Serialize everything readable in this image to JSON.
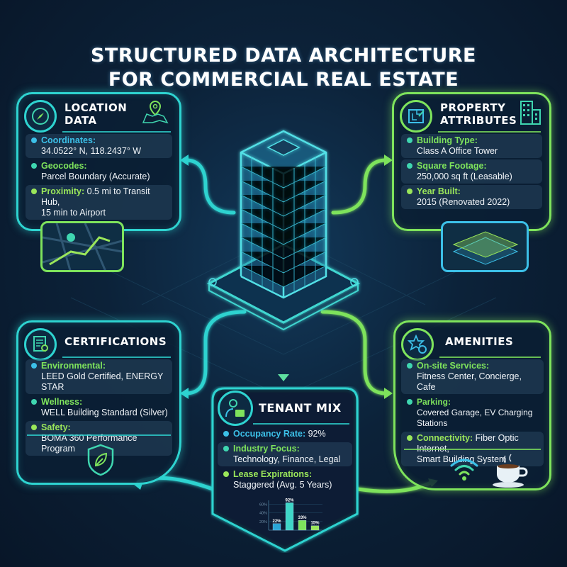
{
  "title": {
    "line1": "STRUCTURED DATA ARCHITECTURE",
    "line2": "FOR COMMERCIAL REAL ESTATE"
  },
  "colors": {
    "cyan": "#2ed3d0",
    "green": "#7ee35c",
    "blue": "#3cc0e8",
    "teal": "#3fd6b0",
    "lime": "#9ae65a",
    "background": "#0c2239"
  },
  "location": {
    "title1": "LOCATION",
    "title2": "DATA",
    "icon": "compass-icon",
    "side_icon": "map-pin-icon",
    "rows": [
      {
        "key": "Coordinates:",
        "value": "34.0522° N, 118.2437° W"
      },
      {
        "key": "Geocodes:",
        "value": "Parcel Boundary (Accurate)"
      },
      {
        "key": "Proximity:",
        "value_inline": "0.5 mi to Transit Hub,",
        "value": "15 min to Airport"
      }
    ]
  },
  "property": {
    "title1": "PROPERTY",
    "title2": "ATTRIBUTES",
    "icon": "blueprint-icon",
    "side_icon": "office-buildings-icon",
    "rows": [
      {
        "key": "Building Type:",
        "value": "Class A Office Tower"
      },
      {
        "key": "Square Footage:",
        "value": "250,000 sq ft (Leasable)"
      },
      {
        "key": "Year Built:",
        "value": "2015 (Renovated 2022)"
      }
    ]
  },
  "certifications": {
    "title": "CERTIFICATIONS",
    "icon": "certificate-icon",
    "bottom_icon": "leaf-shield-icon",
    "rows": [
      {
        "key": "Environmental:",
        "value": "LEED Gold Certified, ENERGY STAR"
      },
      {
        "key": "Wellness:",
        "value": "WELL Building Standard (Silver)"
      },
      {
        "key": "Safety:",
        "value": "BOMA 360 Performance Program"
      }
    ]
  },
  "amenities": {
    "title": "AMENITIES",
    "icon": "star-gear-icon",
    "bottom_icons": [
      "wifi-icon",
      "coffee-cup-icon"
    ],
    "rows": [
      {
        "key": "On-site Services:",
        "value": "Fitness Center, Concierge, Cafe"
      },
      {
        "key": "Parking:",
        "value": "Covered Garage, EV Charging Stations"
      },
      {
        "key": "Connectivity:",
        "value_inline": "Fiber Optic Internet,",
        "value": "Smart Building System"
      }
    ]
  },
  "tenant": {
    "title": "TENANT MIX",
    "icon": "person-briefcase-icon",
    "rows": [
      {
        "key": "Occupancy Rate:",
        "value_inline": "92%"
      },
      {
        "key": "Industry Focus:",
        "value": "Technology, Finance, Legal"
      },
      {
        "key": "Lease Expirations:",
        "value": "Staggered (Avg. 5 Years)"
      }
    ]
  },
  "chart_data": {
    "type": "bar",
    "title": "",
    "ylabel": "",
    "xlabel": "",
    "yticks": [
      "20%",
      "40%",
      "60%"
    ],
    "ylim": [
      0,
      100
    ],
    "values": [
      22,
      92,
      33,
      15
    ],
    "labels": [
      "22%",
      "92%",
      "33%",
      "15%"
    ],
    "colors": [
      "#2aa6d8",
      "#3fd6c8",
      "#7ee35c",
      "#9ae65a"
    ]
  }
}
